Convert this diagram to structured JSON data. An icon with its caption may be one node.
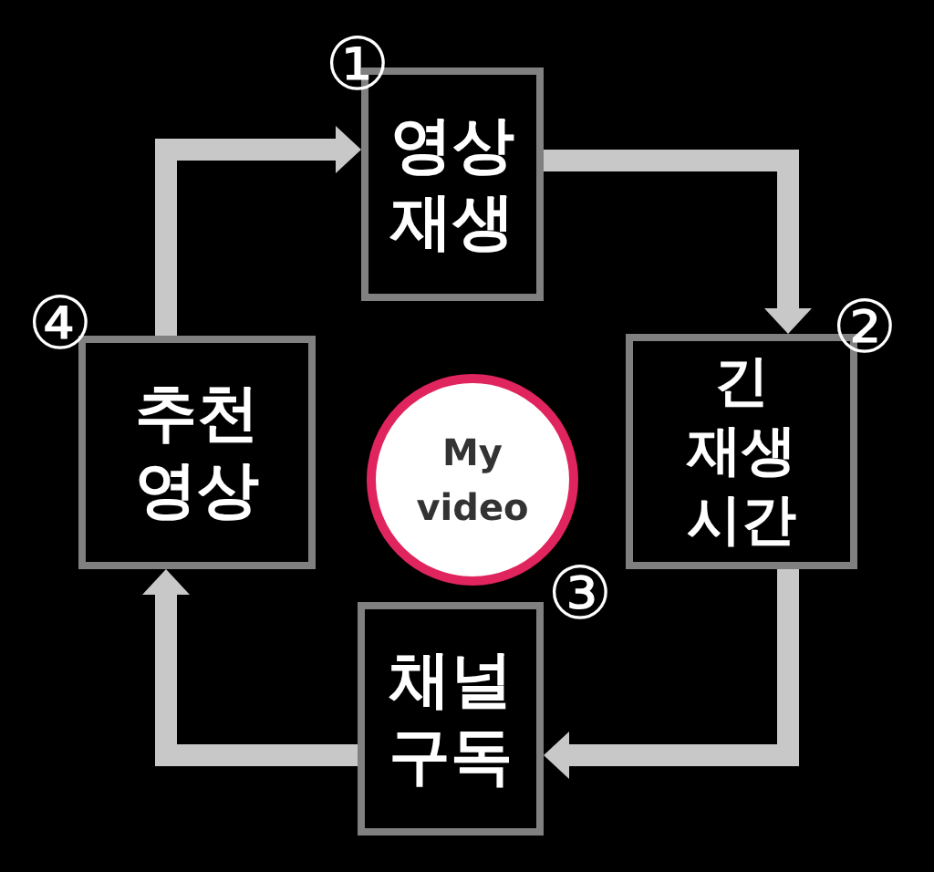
{
  "diagram": {
    "nodes": [
      {
        "text": [
          "영상 재생"
        ],
        "beside": [
          "①"
        ]
      },
      {
        "text": [
          "추천 영상"
        ],
        "beside": [
          "④"
        ]
      },
      {
        "text": [
          "My video"
        ]
      },
      {
        "text": [
          "긴 재생 시간"
        ],
        "beside": [
          "②"
        ]
      },
      {
        "text": [
          "채널 구독"
        ],
        "beside": [
          "③"
        ]
      }
    ],
    "edges": [
      {
        "from": 0,
        "to": 3,
        "arrow": "to"
      },
      {
        "from": 3,
        "to": 4,
        "arrow": "to"
      },
      {
        "from": 4,
        "to": 1,
        "arrow": "to"
      },
      {
        "from": 1,
        "to": 0,
        "arrow": "to"
      }
    ]
  }
}
